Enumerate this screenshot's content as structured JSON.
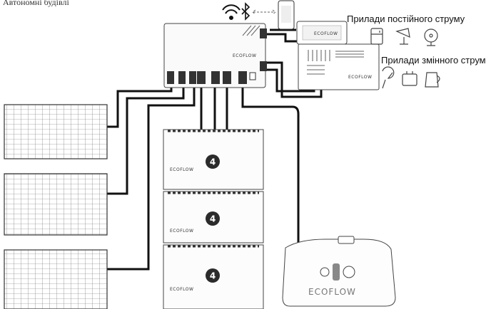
{
  "caption": "Автономні будівлі",
  "labels": {
    "dc_devices": "Прилади постійного струму",
    "ac_devices": "Прилади змінного струму"
  },
  "battery_badges": [
    "4",
    "4",
    "4"
  ],
  "brand": "ECOFLOW",
  "icons": {
    "connectivity": [
      "wifi-icon",
      "bluetooth-icon",
      "smartphone-icon"
    ],
    "dc": [
      "fridge-icon",
      "lamp-icon",
      "fan-icon"
    ],
    "ac": [
      "hair-dryer-icon",
      "toaster-icon",
      "kettle-icon"
    ]
  },
  "colors": {
    "cable": "#111111",
    "outline": "#444444",
    "badge": "#2b2b2b"
  }
}
